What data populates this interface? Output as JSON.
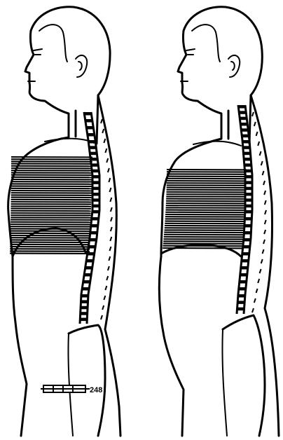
{
  "figures": [
    {
      "name": "left-figure"
    },
    {
      "name": "right-figure"
    }
  ],
  "plate": {
    "number": "248"
  },
  "colors": {
    "ink": "#000000",
    "paper": "#ffffff"
  }
}
